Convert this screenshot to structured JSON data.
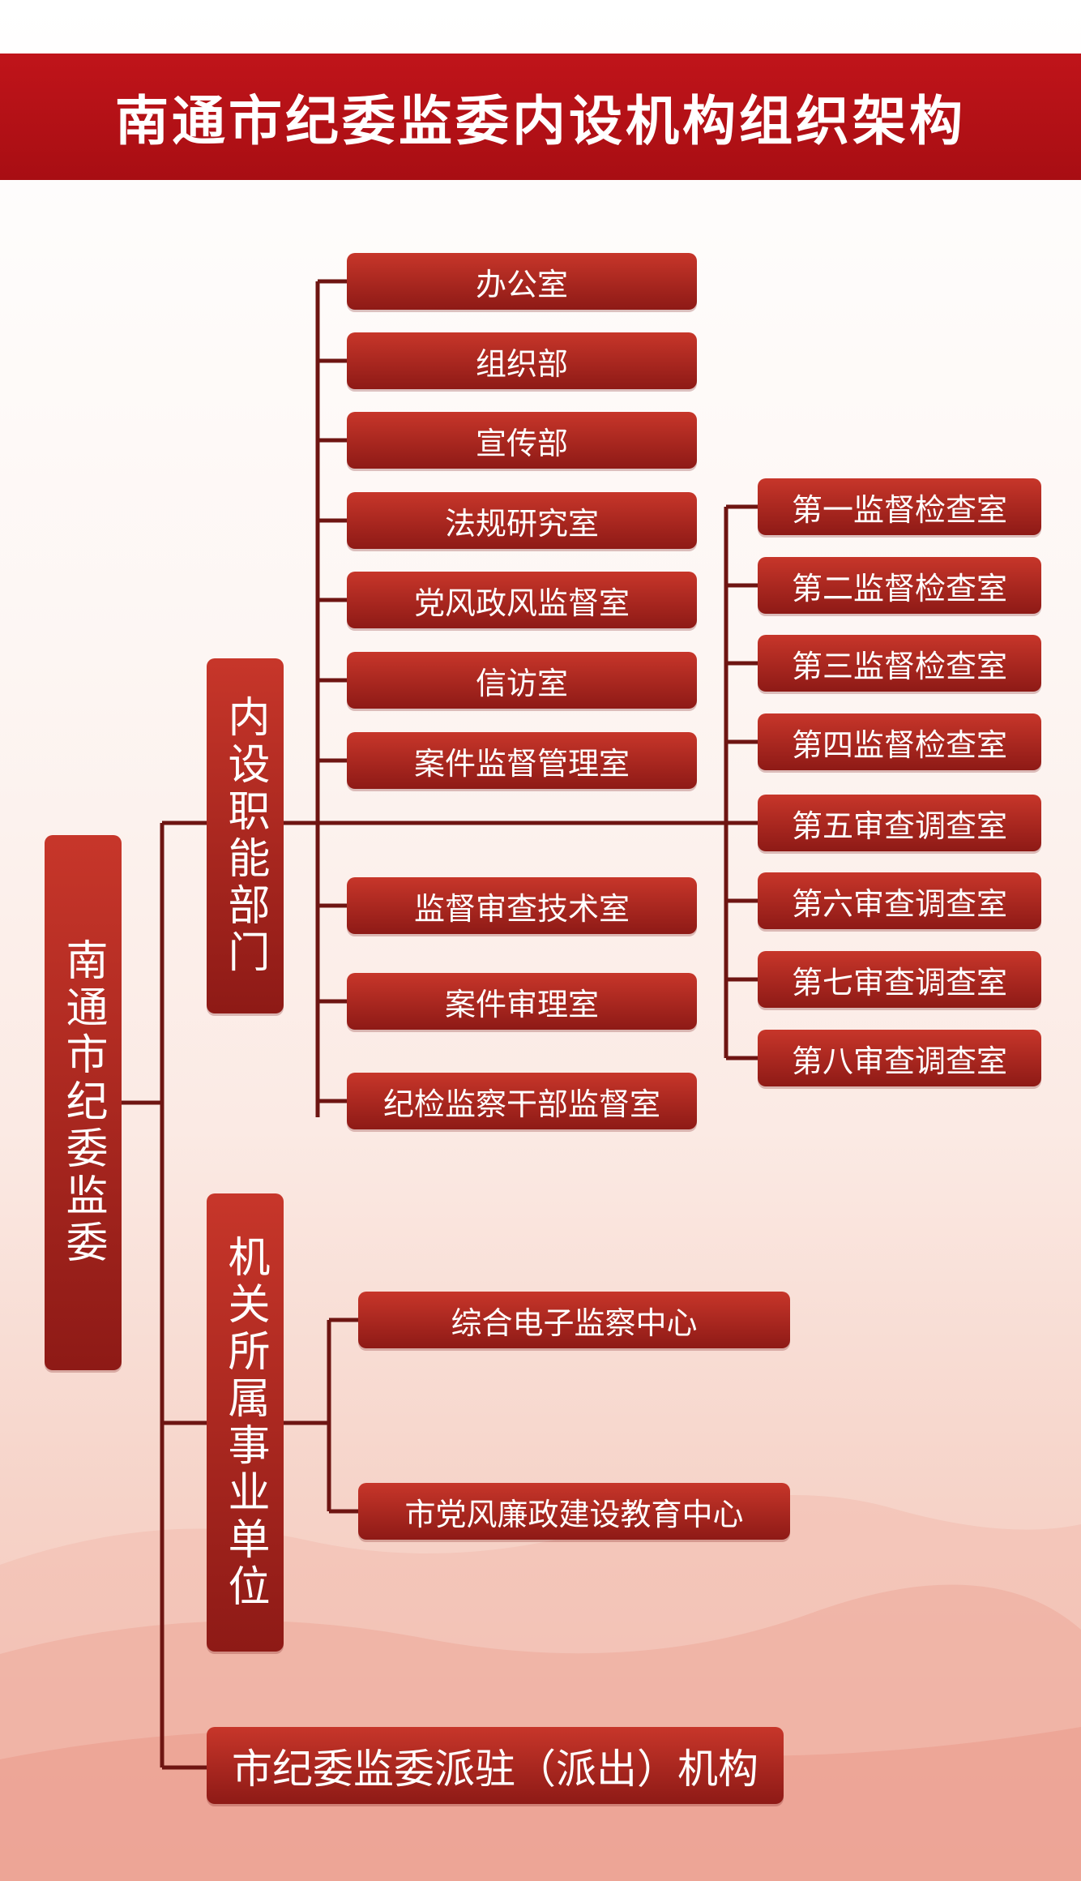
{
  "title": "南通市纪委监委内设机构组织架构",
  "root": "南通市纪委监委",
  "branches": {
    "internal": {
      "label": "内设职能部门",
      "departments": [
        "办公室",
        "组织部",
        "宣传部",
        "法规研究室",
        "党风政风监督室",
        "信访室",
        "案件监督管理室",
        "监督审查技术室",
        "案件审理室",
        "纪检监察干部监督室"
      ],
      "inspection_rooms": [
        "第一监督检查室",
        "第二监督检查室",
        "第三监督检查室",
        "第四监督检查室",
        "第五审查调查室",
        "第六审查调查室",
        "第七审查调查室",
        "第八审查调查室"
      ]
    },
    "affiliated": {
      "label": "机关所属事业单位",
      "units": [
        "综合电子监察中心",
        "市党风廉政建设教育中心"
      ]
    },
    "dispatched": {
      "label": "市纪委监委派驻（派出）机构"
    }
  },
  "colors": {
    "title_bg": "#b01217",
    "box_top": "#c7362a",
    "box_bottom": "#8e1a16",
    "connector": "#6e1512"
  }
}
